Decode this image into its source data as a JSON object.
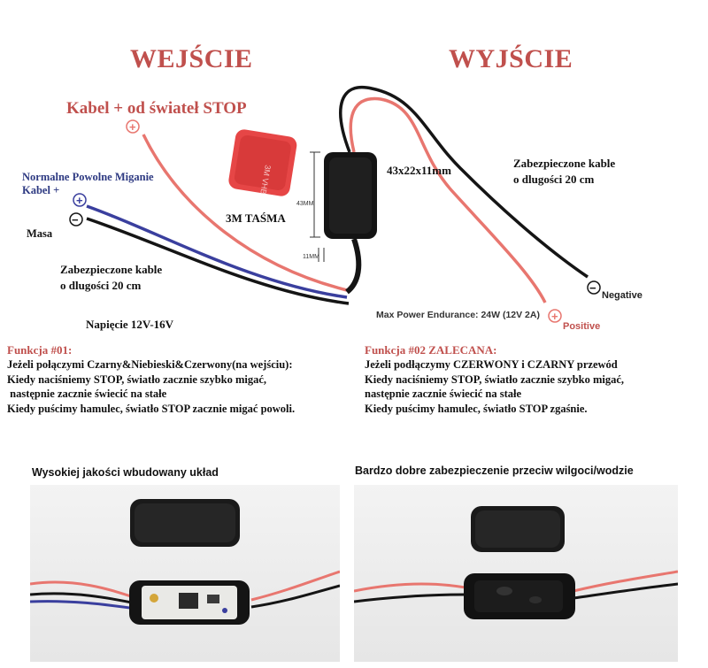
{
  "header": {
    "input_title": "WEJŚCIE",
    "output_title": "WYJŚCIE"
  },
  "input_side": {
    "stop_cable_label": "Kabel + od świateł STOP",
    "slow_blink_line1": "Normalne Powolne Miganie",
    "slow_blink_line2": "Kabel +",
    "ground_label": "Masa",
    "secured_line1": "Zabezpieczone kable",
    "secured_line2": "o dlugości 20 cm",
    "voltage_label": "Napięcie 12V-16V"
  },
  "module": {
    "tape_label": "3M TAŚMA",
    "tape_print": "3M VHB",
    "size_label": "43x22x11mm",
    "height_dim": "43MM",
    "depth_dim": "11MM"
  },
  "output_side": {
    "secured_line1": "Zabezpieczone kable",
    "secured_line2": "o dlugości 20 cm",
    "negative_label": "Negative",
    "positive_label": "Positive",
    "max_power": "Max Power Endurance: 24W (12V 2A)"
  },
  "function1": {
    "title": "Funkcja #01:",
    "lines": [
      "Jeżeli połączymi Czarny&Niebieski&Czerwony(na wejściu):",
      "Kiedy naciśniemy STOP, światło zacznie szybko migać,",
      " następnie zacznie świecić na stałe",
      "Kiedy puścimy hamulec, światło STOP zacznie migać powoli."
    ]
  },
  "function2": {
    "title": "Funkcja #02 ZALECANA:",
    "lines": [
      "Jeżeli podłączymy CZERWONY i CZARNY przewód",
      "Kiedy naciśniemy STOP, światło zacznie szybko migać,",
      "następnie zacznie świecić na stałe",
      "Kiedy puścimy hamulec, światło STOP zgaśnie."
    ]
  },
  "photos": {
    "left_caption": "Wysokiej jakości wbudowany układ",
    "right_caption": "Bardzo dobre zabezpieczenie przeciw wilgoci/wodzie"
  },
  "symbols": {
    "plus": "+",
    "minus": "−"
  },
  "colors": {
    "title_red": "#c0504d",
    "label_blue": "#2e3a82",
    "wire_red": "#e8766f",
    "wire_blue": "#3a3f9e",
    "wire_black": "#151515"
  }
}
